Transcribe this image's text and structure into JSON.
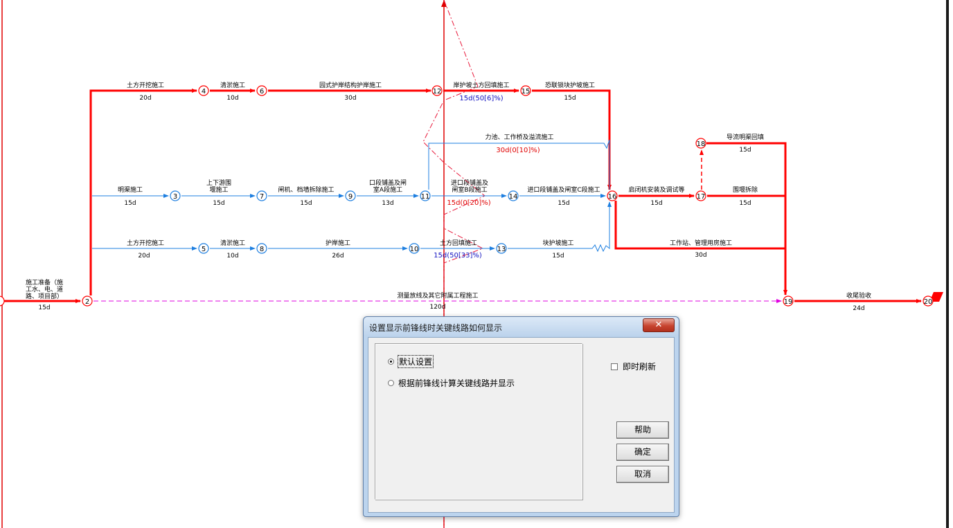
{
  "network": {
    "activities": [
      {
        "name": "土方开挖施工",
        "duration": "20d"
      },
      {
        "name": "清淤施工",
        "duration": "10d"
      },
      {
        "name": "园式护岸结构护岸施工",
        "duration": "30d"
      },
      {
        "name": "岸护坡土方回填施工",
        "duration": "15d(50[6]%)"
      },
      {
        "name": "恐联锁块护坡施工",
        "duration": "15d"
      },
      {
        "name": "力池、工作桥及溢流施工",
        "duration": "30d(0[10]%)"
      },
      {
        "name": "导流明渠回填",
        "duration": "15d"
      },
      {
        "name": "明渠施工",
        "duration": "15d"
      },
      {
        "name": "上下游围",
        "duration": "15d",
        "line2": "堰施工"
      },
      {
        "name": "闸机、档墙拆除施工",
        "duration": "15d"
      },
      {
        "name": "口段铺盖及闸",
        "duration": "13d",
        "line2": "室A段施工"
      },
      {
        "name": "进口段铺盖及",
        "duration": "15d(0[20]%)",
        "line2": "闸室B段施工"
      },
      {
        "name": "进口段铺盖及闸室C段施工",
        "duration": "15d"
      },
      {
        "name": "启闭机安装及调试等",
        "duration": "15d"
      },
      {
        "name": "围堰拆除",
        "duration": "15d"
      },
      {
        "name": "土方开挖施工",
        "duration": "20d"
      },
      {
        "name": "清淤施工",
        "duration": "10d"
      },
      {
        "name": "护岸施工",
        "duration": "26d"
      },
      {
        "name": "土方回填施工",
        "duration": "15d(50[33]%)"
      },
      {
        "name": "块护坡施工",
        "duration": "15d"
      },
      {
        "name": "工作站、管理用房施工",
        "duration": "30d"
      },
      {
        "name": "施工准备（施",
        "duration": "15d",
        "line2": "工水、电、道",
        "line3": "路、项目部）"
      },
      {
        "name": "测量放线及其它附属工程施工",
        "duration": "120d"
      },
      {
        "name": "收尾验收",
        "duration": "24d"
      }
    ],
    "nodes": [
      "2",
      "3",
      "4",
      "5",
      "6",
      "7",
      "8",
      "9",
      "10",
      "11",
      "12",
      "13",
      "14",
      "15",
      "16",
      "17",
      "18",
      "19",
      "20"
    ],
    "colors": {
      "critical": "#ff0000",
      "normal": "#1e7fe0",
      "dummy": "#e000e0",
      "frontline": "#e8183a",
      "progress_blue": "#1010c0"
    }
  },
  "dialog": {
    "title": "设置显示前锋线时关键线路如何显示",
    "close_label": "✕",
    "options": [
      {
        "label": "默认设置",
        "selected": true
      },
      {
        "label": "根据前锋线计算关键线路并显示",
        "selected": false
      }
    ],
    "refresh_label": "即时刷新",
    "refresh_checked": false,
    "help_label": "帮助",
    "ok_label": "确定",
    "cancel_label": "取消"
  }
}
